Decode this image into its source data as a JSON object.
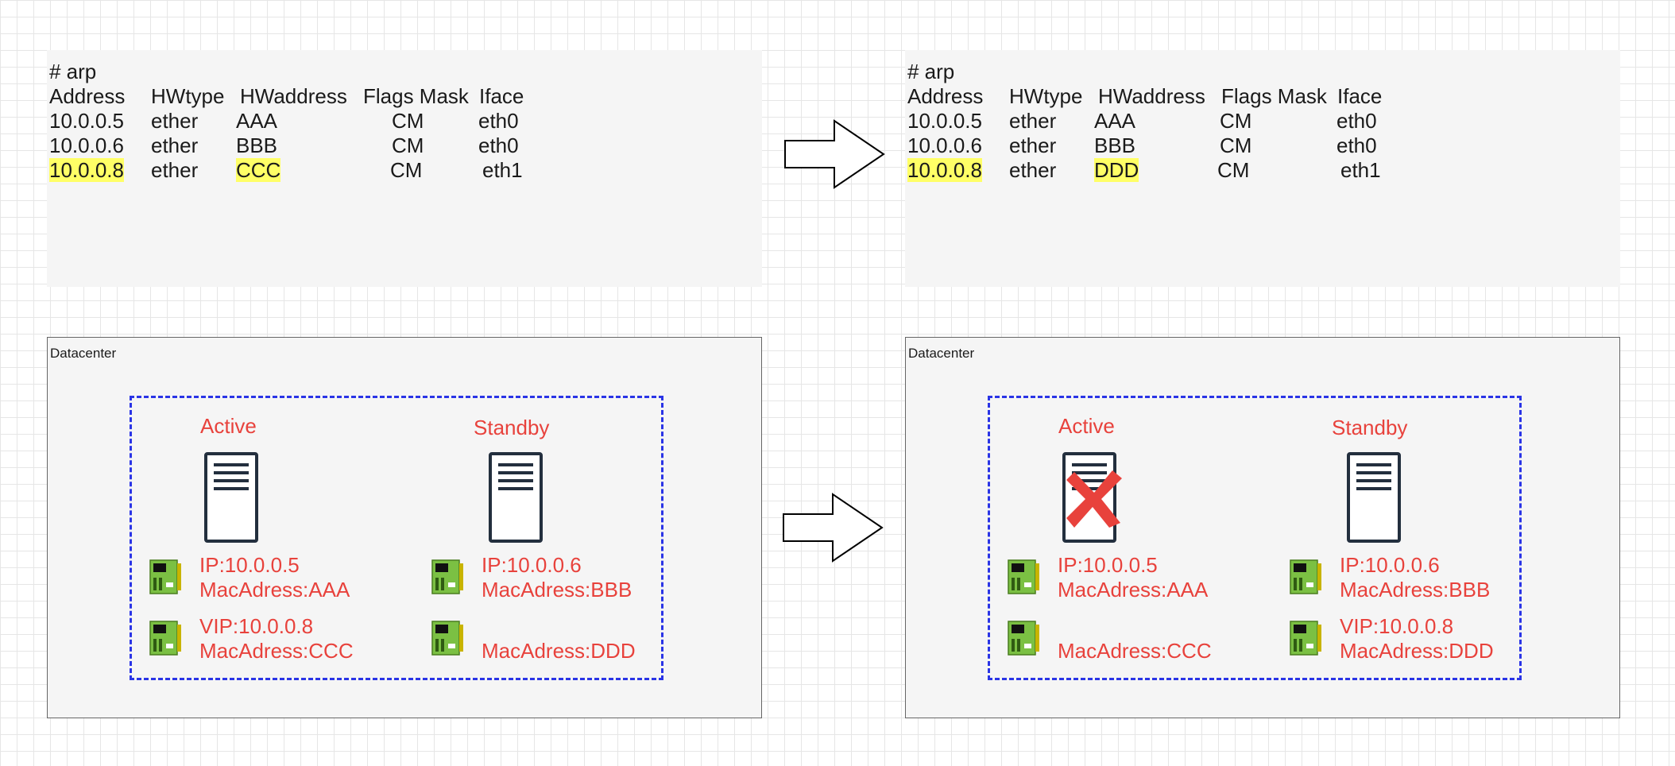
{
  "arp_tables": [
    {
      "command": "# arp",
      "headers": [
        "Address",
        "HWtype",
        "HWaddress",
        "Flags Mask",
        "Iface"
      ],
      "rows": [
        [
          "10.0.0.5",
          "ether",
          "AAA",
          "CM",
          "eth0"
        ],
        [
          "10.0.0.6",
          "ether",
          "BBB",
          "CM",
          "eth0"
        ],
        [
          "10.0.0.8",
          "ether",
          "CCC",
          "CM",
          "eth1"
        ]
      ]
    },
    {
      "command": "# arp",
      "headers": [
        "Address",
        "HWtype",
        "HWaddress",
        "Flags Mask",
        "Iface"
      ],
      "rows": [
        [
          "10.0.0.5",
          "ether",
          "AAA",
          "CM",
          "eth0"
        ],
        [
          "10.0.0.6",
          "ether",
          "BBB",
          "CM",
          "eth0"
        ],
        [
          "10.0.0.8",
          "ether",
          "DDD",
          "CM",
          "eth1"
        ]
      ]
    }
  ],
  "datacenters": [
    {
      "label": "Datacenter",
      "active": {
        "title": "Active",
        "nic1_line1": "IP:10.0.0.5",
        "nic1_line2": "MacAdress:AAA",
        "nic2_line1": "VIP:10.0.0.8",
        "nic2_line2": "MacAdress:CCC"
      },
      "standby": {
        "title": "Standby",
        "nic1_line1": "IP:10.0.0.6",
        "nic1_line2": "MacAdress:BBB",
        "nic2_line1": "",
        "nic2_line2": "MacAdress:DDD"
      }
    },
    {
      "label": "Datacenter",
      "active": {
        "title": "Active",
        "nic1_line1": "IP:10.0.0.5",
        "nic1_line2": "MacAdress:AAA",
        "nic2_line1": "",
        "nic2_line2": "MacAdress:CCC"
      },
      "standby": {
        "title": "Standby",
        "nic1_line1": "IP:10.0.0.6",
        "nic1_line2": "MacAdress:BBB",
        "nic2_line1": "VIP:10.0.0.8",
        "nic2_line2": "MacAdress:DDD"
      }
    }
  ],
  "icons": [
    "server-icon",
    "network-card-icon",
    "failure-x-icon",
    "right-arrow-icon"
  ],
  "colors": {
    "highlight": "#ffff66",
    "label_red": "#e8423c",
    "cluster_border": "#2a34e6",
    "panel_bg": "#f5f5f5"
  }
}
